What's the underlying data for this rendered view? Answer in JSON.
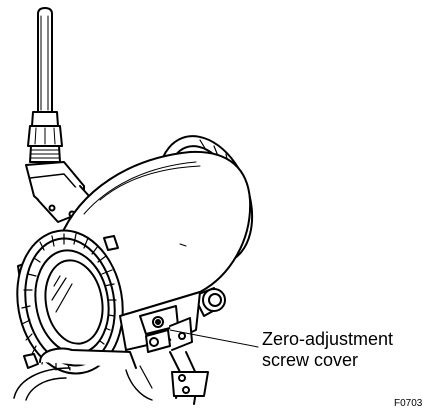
{
  "callout": {
    "line1": "Zero-adjustment",
    "line2": "screw cover"
  },
  "figure_id": "F0703"
}
